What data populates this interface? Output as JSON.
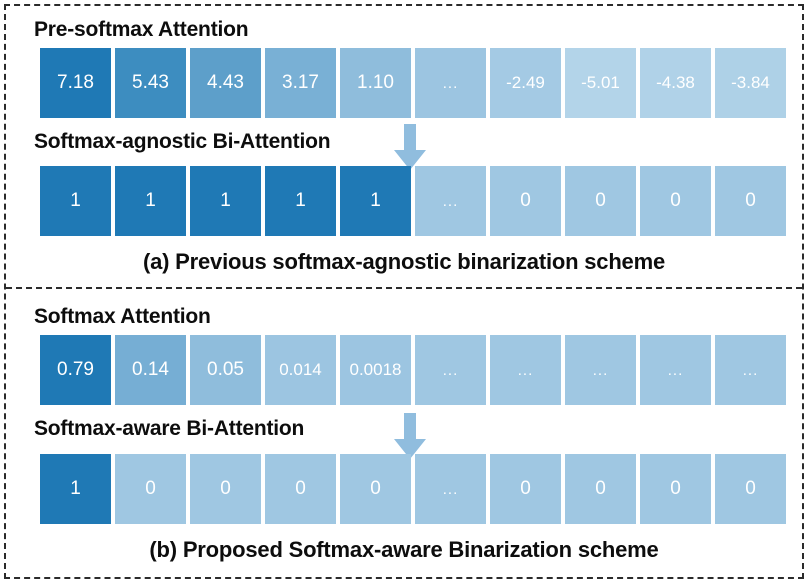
{
  "figure": {
    "panels": [
      {
        "id": "panel-a",
        "caption": "(a) Previous softmax-agnostic binarization scheme",
        "rows": [
          {
            "id": "pre-softmax-attention",
            "label": "Pre-softmax Attention",
            "cells": [
              {
                "text": "7.18",
                "color": "#1f79b5"
              },
              {
                "text": "5.43",
                "color": "#3d8dc0"
              },
              {
                "text": "4.43",
                "color": "#5d9fca"
              },
              {
                "text": "3.17",
                "color": "#79b0d5"
              },
              {
                "text": "1.10",
                "color": "#8fbddc"
              },
              {
                "text": "...",
                "color": "#9cc5e1"
              },
              {
                "text": "-2.49",
                "color": "#a4cae4"
              },
              {
                "text": "-5.01",
                "color": "#b3d4e9"
              },
              {
                "text": "-4.38",
                "color": "#b0d2e8"
              },
              {
                "text": "-3.84",
                "color": "#aed1e7"
              }
            ]
          },
          {
            "id": "softmax-agnostic-bi-attention",
            "label": "Softmax-agnostic Bi-Attention",
            "cells": [
              {
                "text": "1",
                "color": "#1f79b5"
              },
              {
                "text": "1",
                "color": "#1f79b5"
              },
              {
                "text": "1",
                "color": "#1f79b5"
              },
              {
                "text": "1",
                "color": "#1f79b5"
              },
              {
                "text": "1",
                "color": "#1f79b5"
              },
              {
                "text": "...",
                "color": "#9fc7e2"
              },
              {
                "text": "0",
                "color": "#9fc7e2"
              },
              {
                "text": "0",
                "color": "#9fc7e2"
              },
              {
                "text": "0",
                "color": "#9fc7e2"
              },
              {
                "text": "0",
                "color": "#9fc7e2"
              }
            ]
          }
        ]
      },
      {
        "id": "panel-b",
        "caption": "(b) Proposed Softmax-aware Binarization scheme",
        "rows": [
          {
            "id": "softmax-attention",
            "label": "Softmax Attention",
            "cells": [
              {
                "text": "0.79",
                "color": "#1f79b5"
              },
              {
                "text": "0.14",
                "color": "#76aed4"
              },
              {
                "text": "0.05",
                "color": "#8fbddc"
              },
              {
                "text": "0.014",
                "color": "#9cc5e1"
              },
              {
                "text": "0.0018",
                "color": "#9cc5e1"
              },
              {
                "text": "...",
                "color": "#9fc7e2"
              },
              {
                "text": "...",
                "color": "#9fc7e2"
              },
              {
                "text": "...",
                "color": "#9fc7e2"
              },
              {
                "text": "...",
                "color": "#9fc7e2"
              },
              {
                "text": "...",
                "color": "#9fc7e2"
              }
            ]
          },
          {
            "id": "softmax-aware-bi-attention",
            "label": "Softmax-aware Bi-Attention",
            "cells": [
              {
                "text": "1",
                "color": "#1f79b5"
              },
              {
                "text": "0",
                "color": "#9fc7e2"
              },
              {
                "text": "0",
                "color": "#9fc7e2"
              },
              {
                "text": "0",
                "color": "#9fc7e2"
              },
              {
                "text": "0",
                "color": "#9fc7e2"
              },
              {
                "text": "...",
                "color": "#9fc7e2"
              },
              {
                "text": "0",
                "color": "#9fc7e2"
              },
              {
                "text": "0",
                "color": "#9fc7e2"
              },
              {
                "text": "0",
                "color": "#9fc7e2"
              },
              {
                "text": "0",
                "color": "#9fc7e2"
              }
            ]
          }
        ]
      }
    ],
    "arrows": [
      {
        "id": "arrow-a",
        "color": "#90bdde"
      },
      {
        "id": "arrow-b",
        "color": "#90bdde"
      }
    ],
    "colors": {
      "accent_dark_blue": "#1f79b5",
      "light_blue": "#9fc7e2",
      "frame": "#2b2b2b",
      "text_on_cell": "#ffffff",
      "text_dark": "#0d0d0d"
    }
  }
}
